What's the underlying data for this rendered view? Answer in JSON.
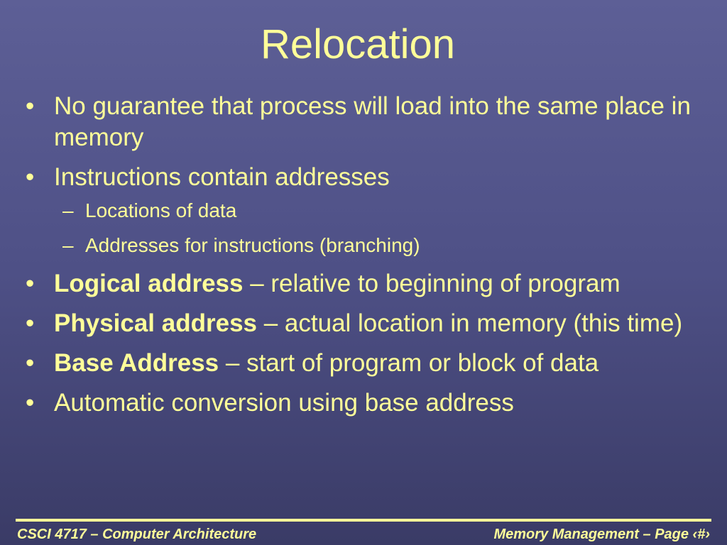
{
  "slide": {
    "title": "Relocation",
    "bullet_symbol": "•",
    "dash_symbol": "–",
    "bullets": [
      {
        "bold": "",
        "text": "No guarantee that process will load into the same place in memory"
      },
      {
        "bold": "",
        "text": "Instructions contain addresses"
      },
      {
        "bold": "Logical address",
        "text": " – relative to beginning of program"
      },
      {
        "bold": "Physical address",
        "text": " – actual location in memory (this time)"
      },
      {
        "bold": "Base Address",
        "text": " – start of program or block of data"
      },
      {
        "bold": "",
        "text": "Automatic conversion using base address"
      }
    ],
    "sub_bullets": [
      "Locations of data",
      "Addresses for instructions (branching)"
    ]
  },
  "footer": {
    "left": "CSCI 4717 – Computer Architecture",
    "right": "Memory Management – Page ‹#›"
  },
  "colors": {
    "text": "#ffff99",
    "background_top": "#5d5f96",
    "background_bottom": "#3a3b66"
  }
}
